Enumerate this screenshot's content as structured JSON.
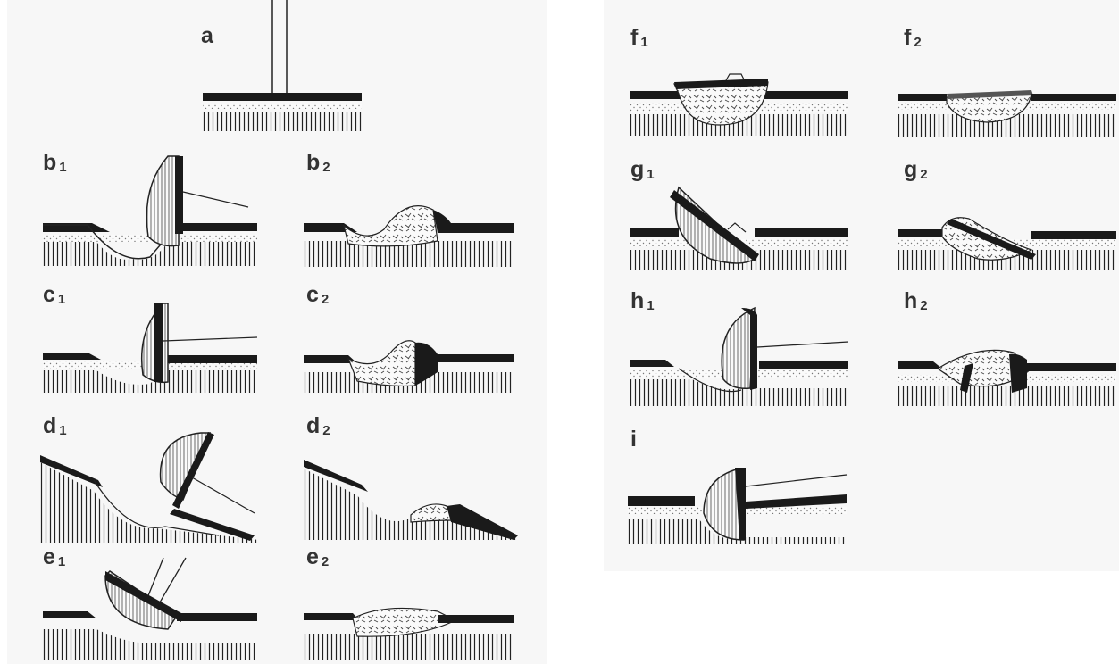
{
  "panels": {
    "a": {
      "letter": "a",
      "sub": ""
    },
    "b1": {
      "letter": "b",
      "sub": "1"
    },
    "b2": {
      "letter": "b",
      "sub": "2"
    },
    "c1": {
      "letter": "c",
      "sub": "1"
    },
    "c2": {
      "letter": "c",
      "sub": "2"
    },
    "d1": {
      "letter": "d",
      "sub": "1"
    },
    "d2": {
      "letter": "d",
      "sub": "2"
    },
    "e1": {
      "letter": "e",
      "sub": "1"
    },
    "e2": {
      "letter": "e",
      "sub": "2"
    },
    "f1": {
      "letter": "f",
      "sub": "1"
    },
    "f2": {
      "letter": "f",
      "sub": "2"
    },
    "g1": {
      "letter": "g",
      "sub": "1"
    },
    "g2": {
      "letter": "g",
      "sub": "2"
    },
    "h1": {
      "letter": "h",
      "sub": "1"
    },
    "h2": {
      "letter": "h",
      "sub": "2"
    },
    "i": {
      "letter": "i",
      "sub": ""
    }
  },
  "colors": {
    "ink": "#1a1a1a",
    "background": "#f7f7f7",
    "stipple": "#8a8a8a"
  }
}
